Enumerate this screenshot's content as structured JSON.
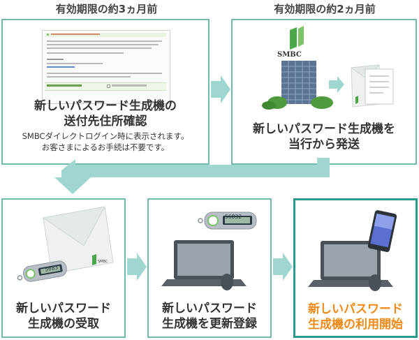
{
  "columns": {
    "col1_title": "有効期限の約3ヵ月前",
    "col2_title": "有効期限の約2ヵ月前"
  },
  "steps": {
    "step1": {
      "line1": "新しいパスワード生成機の",
      "line2": "送付先住所確認",
      "note1": "SMBCダイレクトログイン時に表示されます。",
      "note2": "お客さまによるお手続は不要です。"
    },
    "step2": {
      "line1": "新しいパスワード生成機を",
      "line2": "当行から発送",
      "brand": "SMBC"
    },
    "step3": {
      "line1": "新しいパスワード",
      "line2": "生成機の受取",
      "device_code": "5683"
    },
    "step4": {
      "line1": "新しいパスワード",
      "line2": "生成機を更新登録",
      "device_code": "56832"
    },
    "step5": {
      "line1": "新しいパスワード",
      "line2": "生成機の利用開始"
    }
  },
  "colors": {
    "border": "#6fb9ad",
    "highlight_border": "#2e9a8a",
    "arrow": "#9fd6cf",
    "highlight_text": "#ef8a16",
    "brand_green": "#4aa84a"
  }
}
